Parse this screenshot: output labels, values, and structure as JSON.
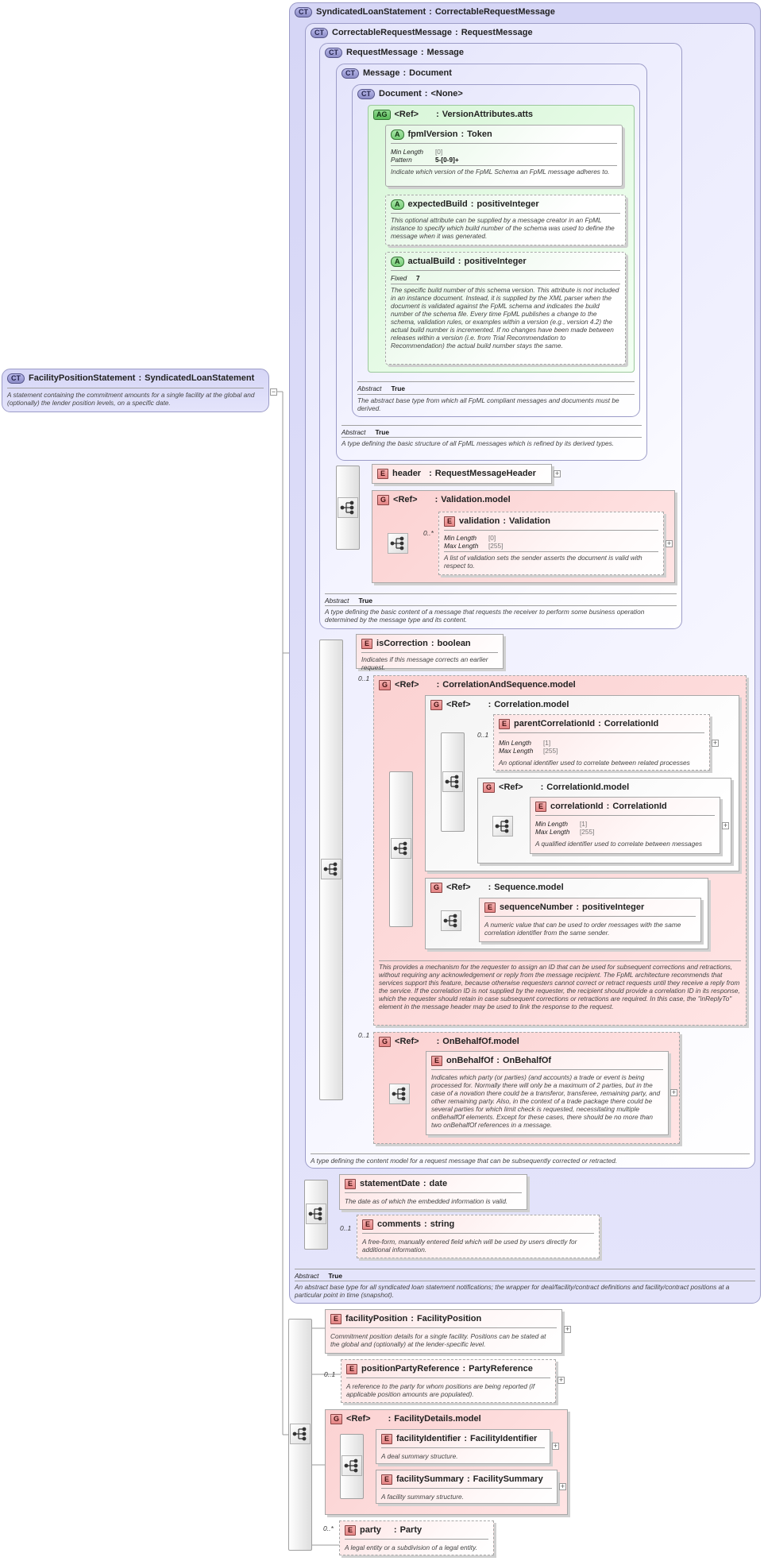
{
  "badges": {
    "ct": "CT",
    "ag": "AG",
    "a": "A",
    "e": "E",
    "g": "G"
  },
  "labels": {
    "min_length": "Min Length",
    "max_length": "Max Length",
    "pattern": "Pattern",
    "fixed": "Fixed",
    "abstract": "Abstract",
    "ref": "<Ref>",
    "colon": ":"
  },
  "root": {
    "name": "FacilityPositionStatement",
    "type": "SyndicatedLoanStatement",
    "doc": "A statement containing the commitment amounts for a single facility at the global and (optionally) the lender position levels, on a specific date."
  },
  "ct1": {
    "name": "SyndicatedLoanStatement",
    "type": "CorrectableRequestMessage",
    "abstract": "True",
    "doc": "An abstract base type for all syndicated loan statement notifications; the wrapper for deal/facility/contract definitions and facility/contract positions at a particular point in time (snapshot)."
  },
  "ct2": {
    "name": "CorrectableRequestMessage",
    "type": "RequestMessage",
    "doc": "A type defining the content model for a request message that can be subsequently corrected or retracted."
  },
  "ct3": {
    "name": "RequestMessage",
    "type": "Message",
    "abstract": "True",
    "doc": "A type defining the basic content of a message that requests the receiver to perform some business operation determined by the message type and its content."
  },
  "ct4": {
    "name": "Message",
    "type": "Document",
    "abstract": "True",
    "doc": "A type defining the basic structure of all FpML messages which is refined by its derived types."
  },
  "ct5": {
    "name": "Document",
    "type": "<None>",
    "abstract": "True",
    "doc": "The abstract base type from which all FpML compliant messages and documents must be derived."
  },
  "ag": {
    "name": "VersionAttributes.atts"
  },
  "fpmlVersion": {
    "name": "fpmlVersion",
    "type": "Token",
    "min_length": "[0]",
    "pattern": "5-[0-9]+",
    "doc": "Indicate which version of the FpML Schema an FpML message adheres to."
  },
  "expectedBuild": {
    "name": "expectedBuild",
    "type": "positiveInteger",
    "doc": "This optional attribute can be supplied by a message creator in an FpML instance to specify which build number of the schema was used to define the message when it was generated."
  },
  "actualBuild": {
    "name": "actualBuild",
    "type": "positiveInteger",
    "fixed": "7",
    "doc": "The specific build number of this schema version. This attribute is not included in an instance document. Instead, it is supplied by the XML parser when the document is validated against the FpML schema and indicates the build number of the schema file. Every time FpML publishes a change to the schema, validation rules, or examples within a version (e.g., version 4.2) the actual build number is incremented. If no changes have been made between releases within a version (i.e. from Trial Recommendation to Recommendation) the actual build number stays the same."
  },
  "header": {
    "name": "header",
    "type": "RequestMessageHeader"
  },
  "validationModel": {
    "name": "Validation.model"
  },
  "validation": {
    "name": "validation",
    "type": "Validation",
    "card": "0..*",
    "min_length": "[0]",
    "max_length": "[255]",
    "doc": "A list of validation sets the sender asserts the document is valid with respect to."
  },
  "isCorrection": {
    "name": "isCorrection",
    "type": "boolean",
    "doc": "Indicates if this message corrects an earlier request."
  },
  "corrSeq": {
    "name": "CorrelationAndSequence.model",
    "card": "0..1",
    "doc": "This provides a mechanism for the requester to assign an ID that can be used for subsequent corrections and retractions, without requiring any acknowledgement or reply from the message recipient. The FpML architecture recommends that services support this feature, because otherwise requesters cannot correct or retract requests until they receive a reply from the service. If the correlation ID is not supplied by the requester, the recipient should provide a correlation ID in its response, which the requester should retain in case subsequent corrections or retractions are required. In this case, the \"inReplyTo\" element in the message header may be used to link the response to the request."
  },
  "correlation": {
    "name": "Correlation.model"
  },
  "parentCorrelationId": {
    "name": "parentCorrelationId",
    "type": "CorrelationId",
    "card": "0..1",
    "min_length": "[1]",
    "max_length": "[255]",
    "doc": "An optional identifier used to correlate between related processes"
  },
  "correlationIdModel": {
    "name": "CorrelationId.model"
  },
  "correlationId": {
    "name": "correlationId",
    "type": "CorrelationId",
    "min_length": "[1]",
    "max_length": "[255]",
    "doc": "A qualified identifier used to correlate between messages"
  },
  "sequenceModel": {
    "name": "Sequence.model"
  },
  "sequenceNumber": {
    "name": "sequenceNumber",
    "type": "positiveInteger",
    "doc": "A numeric value that can be used to order messages with the same correlation identifier from the same sender."
  },
  "onBehalfOfModel": {
    "name": "OnBehalfOf.model",
    "card": "0..1"
  },
  "onBehalfOf": {
    "name": "onBehalfOf",
    "type": "OnBehalfOf",
    "doc": "Indicates which party (or parties) (and accounts) a trade or event is being processed for. Normally there will only be a maximum of 2 parties, but in the case of a novation there could be a transferor, transferee, remaining party, and other remaining party. Also, in the context of a trade package there could be several parties for which limit check is requested, necessitating multiple onBehalfOf elements. Except for these cases, there should be no more than two onBehalfOf references in a message."
  },
  "statementDate": {
    "name": "statementDate",
    "type": "date",
    "doc": "The date as of which the embedded information is valid."
  },
  "comments": {
    "name": "comments",
    "type": "string",
    "card": "0..1",
    "doc": "A free-form, manually entered field which will be used by users directly for additional information."
  },
  "facilityPosition": {
    "name": "facilityPosition",
    "type": "FacilityPosition",
    "doc": "Commitment position details for a single facility. Positions can be stated at the global and (optionally) at the lender-specific level."
  },
  "positionPartyReference": {
    "name": "positionPartyReference",
    "type": "PartyReference",
    "card": "0..1",
    "doc": "A reference to the party for whom positions are being reported (if applicable position amounts are populated)."
  },
  "facilityDetails": {
    "name": "FacilityDetails.model"
  },
  "facilityIdentifier": {
    "name": "facilityIdentifier",
    "type": "FacilityIdentifier",
    "doc": "A deal summary structure."
  },
  "facilitySummary": {
    "name": "facilitySummary",
    "type": "FacilitySummary",
    "doc": "A facility summary structure."
  },
  "party": {
    "name": "party",
    "type": "Party",
    "card": "0..*",
    "doc": "A legal entity or a subdivision of a legal entity."
  },
  "colors": {
    "complex_type": "#e4e4fb",
    "attribute_group": "#d8f6d8",
    "element": "#fde4e4",
    "group": "#fbd2d2"
  }
}
